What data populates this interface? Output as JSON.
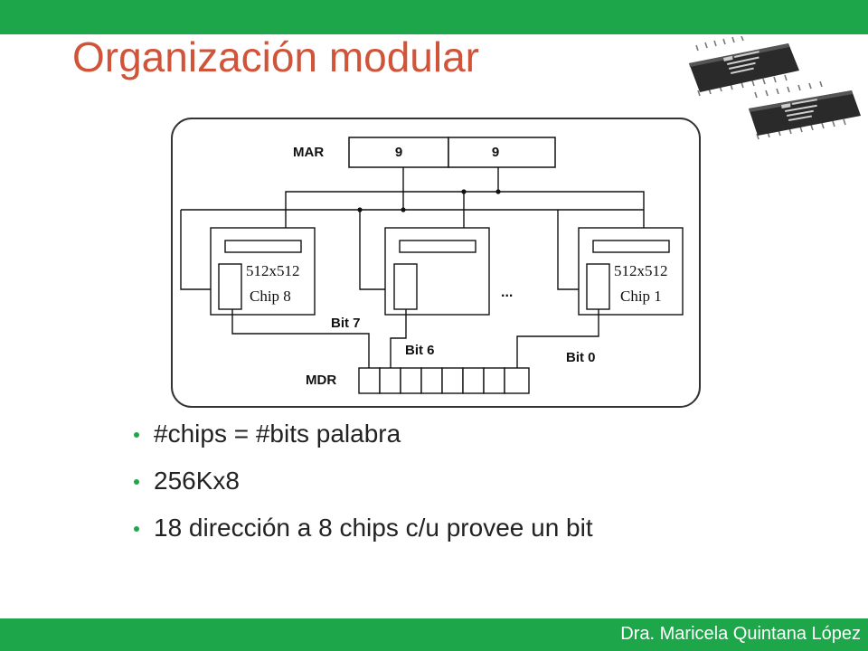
{
  "slide": {
    "title": "Organización modular",
    "footer": "Dra. Maricela Quintana López",
    "colors": {
      "accent_green": "#1ea64a",
      "title_red": "#d0543a",
      "bullet_green": "#1ea64a"
    }
  },
  "diagram": {
    "mar_label": "MAR",
    "mar_fields": [
      "9",
      "9"
    ],
    "mdr_label": "MDR",
    "chips": [
      {
        "size": "512x512",
        "name": "Chip 8",
        "bit": "Bit 7"
      },
      {
        "size": "",
        "name": "",
        "bit": "Bit 6"
      },
      {
        "size": "512x512",
        "name": "Chip 1",
        "bit": "Bit 0"
      }
    ],
    "ellipsis": "..."
  },
  "bullets": [
    "#chips = #bits palabra",
    "256Kx8",
    "18 dirección a 8 chips c/u provee un bit"
  ]
}
